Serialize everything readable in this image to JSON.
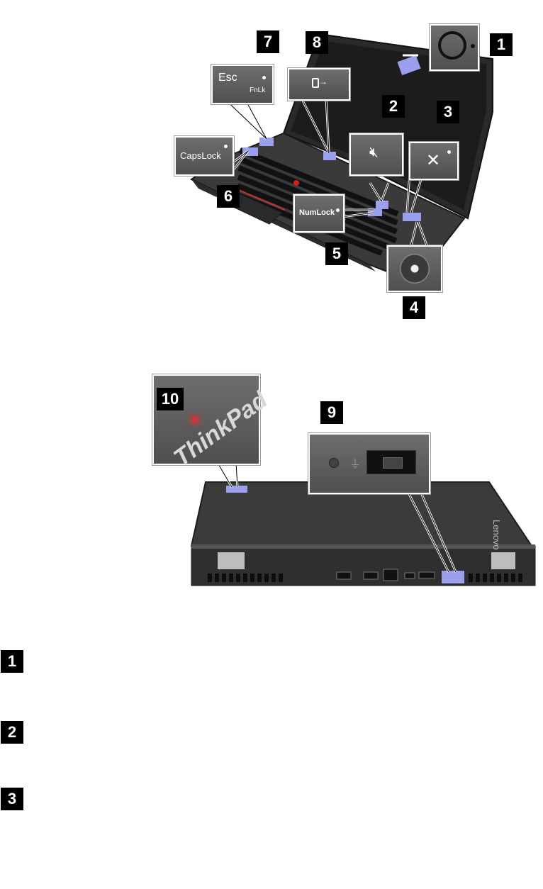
{
  "top_figure": {
    "callouts": {
      "esc_key": "Esc",
      "fnlk_label": "FnLk",
      "capslock_key": "CapsLock",
      "numlock_key": "NumLock"
    },
    "labels": [
      "1",
      "2",
      "3",
      "4",
      "5",
      "6",
      "7",
      "8"
    ]
  },
  "bottom_figure": {
    "logo_text": "ThinkPad",
    "lid_brand": "Lenovo",
    "labels": [
      "9",
      "10"
    ]
  },
  "descriptions": [
    "1",
    "2",
    "3"
  ],
  "colors": {
    "badge": "#000000",
    "highlight": "#9aa0eb",
    "indicator_red": "#e03030",
    "laptop_body": "#3b3b3b"
  }
}
